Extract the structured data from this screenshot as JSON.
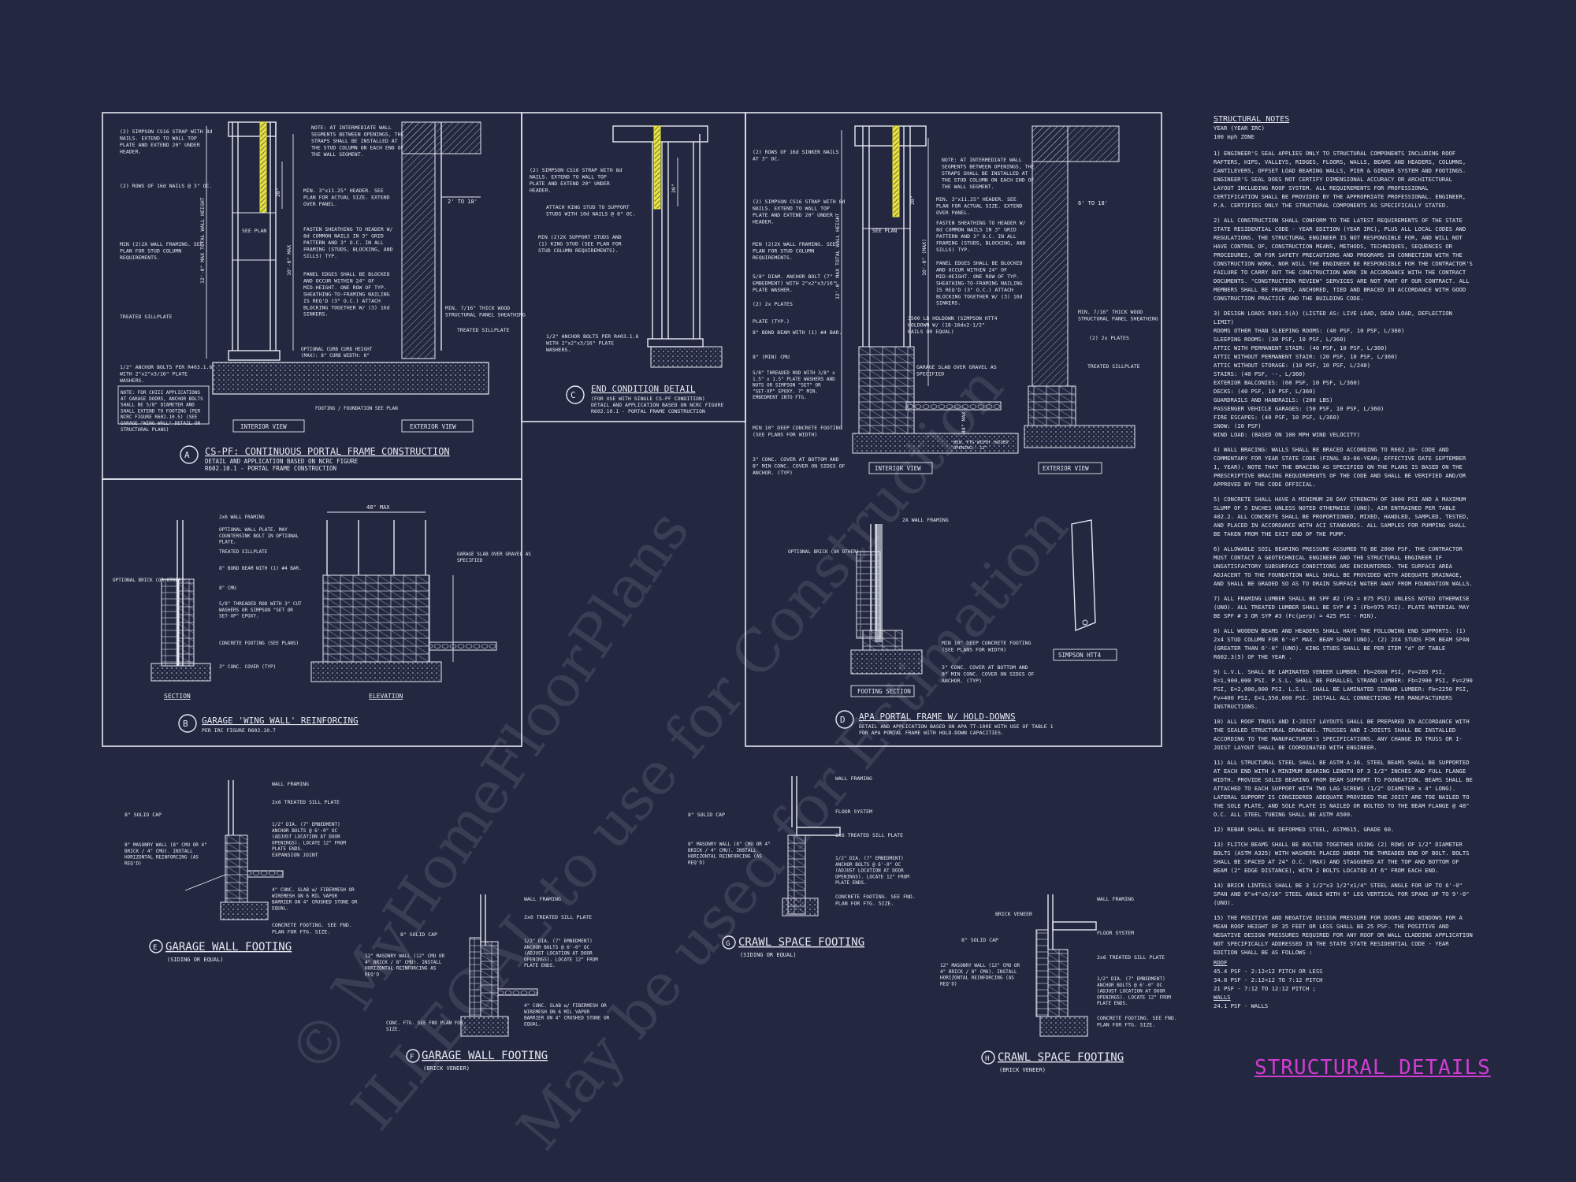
{
  "sheet_title": "STRUCTURAL DETAILS",
  "watermark": {
    "line1": "© MyHomeFloorPlans",
    "line2": "ILLEGAL to use for Construction",
    "line3": "May be used for Estimation"
  },
  "details": {
    "a": {
      "letter": "A",
      "title": "CS-PF: CONTINUOUS PORTAL FRAME CONSTRUCTION",
      "sub1": "DETAIL AND APPLICATION BASED ON NCRC FIGURE",
      "sub2": "R602.10.1 - PORTAL FRAME CONSTRUCTION",
      "interior": "INTERIOR VIEW",
      "exterior": "EXTERIOR VIEW",
      "n1": "(2) SIMPSON CS16 STRAP WITH 8d NAILS. EXTEND TO WALL TOP PLATE AND EXTEND 20\" UNDER HEADER.",
      "n2": "(2) ROWS OF 16d NAILS @ 3\" OC.",
      "n3": "MIN (2)2X WALL FRAMING. SEE PLAN FOR STUD COLUMN REQUIREMENTS.",
      "n4": "TREATED SILLPLATE",
      "n5": "1/2\" ANCHOR BOLTS PER R403.1.6 WITH 2\"x2\"x3/16\" PLATE WASHERS.",
      "n6": "NOTE: FOR CHIII APPLICATIONS AT GARAGE DOORS, ANCHOR BOLTS SHALL BE 5/8\" DIAMETER AND SHALL EXTEND TO FOOTING (PER NCRC FIGURE R602.10.5) (SEE GARAGE \"WING WALL\" DETAIL ON STRUCTURAL PLANS)",
      "n7": "NOTE: AT INTERMEDIATE WALL SEGMENTS BETWEEN OPENINGS, THE STRAPS SHALL BE INSTALLED AT THE STUD COLUMN ON EACH END OF THE WALL SEGMENT.",
      "n8": "MIN. 3\"x11.25\" HEADER. SEE PLAN FOR ACTUAL SIZE. EXTEND OVER PANEL.",
      "n9": "FASTEN SHEATHING TO HEADER W/ 8d COMMON NAILS IN 3\" GRID PATTERN AND 3\" O.C. IN ALL FRAMING (STUDS, BLOCKING, AND SILLS) TYP.",
      "n10": "PANEL EDGES SHALL BE BLOCKED AND OCCUR WITHIN 24\" OF MID-HEIGHT. ONE ROW OF TYP. SHEATHING-TO-FRAMING NAILING IS REQ'D (3\" O.C.) ATTACH BLOCKING TOGETHER W/ (3) 16d SINKERS.",
      "n11": "MIN. 7/16\" THICK WOOD STRUCTURAL PANEL SHEATHING",
      "n12": "TREATED SILLPLATE",
      "n13": "OPTIONAL CURB CURB HEIGHT (MAX): 8\" CURB WIDTH: 8\"",
      "n14": "FOOTING / FOUNDATION SEE PLAN",
      "d1": "12'-0\" MAX TOTAL WALL HEIGHT",
      "d2": "10'-0\" MAX",
      "d3": "20\"",
      "d4": "2' TO 18'",
      "see": "SEE PLAN"
    },
    "b": {
      "letter": "B",
      "title": "GARAGE 'WING WALL' REINFORCING",
      "sub1": "PER IRC FIGURE R602.10.7",
      "section": "SECTION",
      "elevation": "ELEVATION",
      "max48": "48\" MAX",
      "n1": "2x6 WALL FRAMING",
      "n2": "OPTIONAL WALL PLATE. MAY COUNTERSINK BOLT IN OPTIONAL PLATE.",
      "n3": "TREATED SILLPLATE",
      "n4": "8\" BOND BEAM WITH (1) #4 BAR.",
      "n5": "8\" CMU",
      "n6": "5/8\" THREADED ROD WITH 3\" CUT WASHERS OR SIMPSON \"SET OR SET-XP\" EPOXY.",
      "n7": "CONCRETE FOOTING (SEE PLANS)",
      "n8": "3\" CONC. COVER (TYP)",
      "n9": "OPTIONAL BRICK (OR OTHER)",
      "n10": "GARAGE SLAB OVER GRAVEL AS SPECIFIED"
    },
    "c": {
      "letter": "C",
      "title": "END CONDITION DETAIL",
      "sub1": "(FOR USE WITH SINGLE CS-PF CONDITION)",
      "sub2": "DETAIL AND APPLICATION BASED ON NCRC FIGURE",
      "sub3": "R602.10.1 - PORTAL FRAME CONSTRUCTION",
      "n1": "(2) SIMPSON CS16 STRAP WITH 8d NAILS. EXTEND TO WALL TOP PLATE AND EXTEND 20\" UNDER HEADER.",
      "n2": "ATTACH KING STUD TO SUPPORT STUDS WITH 10d NAILS @ 8\" OC.",
      "n3": "MIN (2)2X SUPPORT STUDS AND (1) KING STUD (SEE PLAN FOR STUD COLUMN REQUIREMENTS).",
      "n4": "1/2\" ANCHOR BOLTS PER R403.1.6 WITH 2\"x2\"x3/16\" PLATE WASHERS.",
      "d1": "20\""
    },
    "d": {
      "letter": "D",
      "title": "APA PORTAL FRAME W/ HOLD-DOWNS",
      "sub1": "DETAIL AND APPLICATION BASED ON APA TT-100E WITH USE OF TABLE 1",
      "sub2": "FOR APA PORTAL FRAME WITH HOLD-DOWN CAPACITIES.",
      "interior": "INTERIOR VIEW",
      "exterior": "EXTERIOR VIEW",
      "footing": "FOOTING SECTION",
      "htt": "SIMPSON HTT4",
      "n1": "(2) ROWS OF 16d SINKER NAILS AT 3\" OC.",
      "n2": "(2) SIMPSON CS16 STRAP WITH 8d NAILS. EXTEND TO WALL TOP PLATE AND EXTEND 20\" UNDER HEADER.",
      "n3": "MIN (2)2X WALL FRAMING. SEE PLAN FOR STUD COLUMN REQUIREMENTS.",
      "n4": "5/8\" DIAM. ANCHOR BOLT (7\" EMBEDMENT) WITH 2\"x2\"x3/16\" PLATE WASHER.",
      "n5": "(2) 2x PLATES",
      "n6": "PLATE (TYP.)",
      "n7": "8\" BOND BEAM WITH (1) #4 BAR.",
      "n8": "8\" (MIN) CMU",
      "n9": "5/8\" THREADED ROD WITH 3/8\" x 1.5\" x 1.5\" PLATE WASHERS AND NUTS OR SIMPSON \"SET\" OR \"SET-XP\" EPOXY. 7\" MIN. EMBEDMENT INTO FTG.",
      "n10": "MIN 10\" DEEP CONCRETE FOOTING (SEE PLANS FOR WIDTH)",
      "n11": "3\" CONC. COVER AT BOTTOM AND 8\" MIN CONC. COVER ON SIDES OF ANCHOR. (TYP)",
      "n12": "NOTE: AT INTERMEDIATE WALL SEGMENTS BETWEEN OPENINGS, THE STRAPS SHALL BE INSTALLED AT THE STUD COLUMN ON EACH END OF THE WALL SEGMENT.",
      "n13": "MIN. 3\"x11.25\" HEADER. SEE PLAN FOR ACTUAL SIZE. EXTEND OVER PANEL.",
      "n14": "FASTEN SHEATHING TO HEADER W/ 8d COMMON NAILS IN 3\" GRID PATTERN AND 3\" O.C. IN ALL FRAMING (STUDS, BLOCKING, AND SILLS) TYP.",
      "n15": "PANEL EDGES SHALL BE BLOCKED AND OCCUR WITHIN 24\" OF MID-HEIGHT. ONE ROW OF TYP. SHEATHING-TO-FRAMING NAILING IS REQ'D (3\" O.C.) ATTACH BLOCKING TOGETHER W/ (3) 16d SINKERS.",
      "n16": "3500 LB HOLDOWN (SIMPSON HTT4 HOLDOWN W/ (18-16dx2-1/2\" NAILS OR EQUAL)",
      "n17": "GARAGE SLAB OVER GRAVEL AS SPECIFIED",
      "n18": "MIN. 7/16\" THICK WOOD STRUCTURAL PANEL SHEATHING",
      "n19": "(2) 2x PLATES",
      "n20": "TREATED SILLPLATE",
      "n21": "2X WALL FRAMING",
      "n22": "OPTIONAL BRICK (OR OTHER)",
      "n23": "MIN 10\" DEEP CONCRETE FOOTING (SEE PLANS FOR WIDTH)",
      "n24": "3\" CONC. COVER AT BOTTOM AND 8\" MIN CONC. COVER ON SIDES OF ANCHOR. (TYP)",
      "n25": "MIN. FTG WIDTH (WIDER OPENING): 12\"",
      "d1": "12'-0\" MAX TOTAL WALL HEIGHT",
      "d2": "10'-0\" (MAX)",
      "d3": "20\"",
      "d4": "6' TO 18'",
      "d5": "48\" MAX",
      "see": "SEE PLAN"
    },
    "e": {
      "letter": "E",
      "title": "GARAGE WALL FOOTING",
      "sub1": "(SIDING OR EQUAL)",
      "n1": "WALL FRAMING",
      "n2": "2x6 TREATED SILL PLATE",
      "n3": "1/2\" DIA. (7\" EMBEDMENT) ANCHOR BOLTS @ 6'-0\" OC (ADJUST LOCATION AT DOOR OPENINGS). LOCATE 12\" FROM PLATE ENDS.",
      "n4": "EXPANSION JOINT",
      "n5": "4\" CONC. SLAB w/ FIBERMESH OR WIREMESH ON 6 MIL VAPOR BARRIER ON 4\" CRUSHED STONE OR EQUAL.",
      "n6": "CONCRETE FOOTING. SEE FND. PLAN FOR FTG. SIZE.",
      "n7": "8\" SOLID CAP",
      "n8": "8\" MASONRY WALL (8\" CMU OR 4\" BRICK / 4\" CMU). INSTALL HORIZONTAL REINFORCING (AS REQ'D)"
    },
    "f": {
      "letter": "F",
      "title": "GARAGE WALL FOOTING",
      "sub1": "(BRICK VENEER)",
      "n1": "WALL FRAMING",
      "n2": "2x6 TREATED SILL PLATE",
      "n3": "1/2\" DIA. (7\" EMBEDMENT) ANCHOR BOLTS @ 6'-0\" OC (ADJUST LOCATION AT DOOR OPENINGS). LOCATE 12\" FROM PLATE ENDS.",
      "n4": "4\" CONC. SLAB w/ FIBERMESH OR WIREMESH ON 6 MIL VAPOR BARRIER ON 4\" CRUSHED STONE OR EQUAL.",
      "n5": "8\" SOLID CAP",
      "n6": "12\" MASONRY WALL (12\" CMU OR 4\" BRICK / 8\" CMU). INSTALL HORIZONTAL REINFORCING AS REQ'D",
      "n7": "CONC. FTG. SEE FND PLAN FOR SIZE."
    },
    "g": {
      "letter": "G",
      "title": "CRAWL SPACE FOOTING",
      "sub1": "(SIDING OR EQUAL)",
      "n1": "WALL FRAMING",
      "n2": "FLOOR SYSTEM",
      "n3": "2x6 TREATED SILL PLATE",
      "n4": "1/2\" DIA. (7\" EMBEDMENT) ANCHOR BOLTS @ 6'-0\" OC (ADJUST LOCATION AT DOOR OPENINGS). LOCATE 12\" FROM PLATE ENDS.",
      "n5": "CONCRETE FOOTING. SEE FND. PLAN FOR FTG. SIZE.",
      "n6": "8\" SOLID CAP",
      "n7": "8\" MASONRY WALL (8\" CMU OR 4\" BRICK / 4\" CMU). INSTALL HORIZONTAL REINFORCING (AS REQ'D)"
    },
    "h": {
      "letter": "H",
      "title": "CRAWL SPACE FOOTING",
      "sub1": "(BRICK VENEER)",
      "n1": "BRICK VENEER",
      "n2": "WALL FRAMING",
      "n3": "FLOOR SYSTEM",
      "n4": "2x6 TREATED SILL PLATE",
      "n5": "1/2\" DIA. (7\" EMBEDMENT) ANCHOR BOLTS @ 6'-0\" OC (ADJUST LOCATION AT DOOR OPENINGS). LOCATE 12\" FROM PLATE ENDS.",
      "n6": "CONCRETE FOOTING. SEE FND. PLAN FOR FTG. SIZE.",
      "n7": "8\" SOLID CAP",
      "n8": "12\" MASONRY WALL (12\" CMU OR 4\" BRICK / 8\" CMU). INSTALL HORIZONTAL REINFORCING (AS REQ'D)"
    }
  },
  "notes": {
    "heading": "STRUCTURAL NOTES",
    "sub1": "YEAR (YEAR IRC)",
    "sub2": "100 mph ZONE",
    "items": [
      "1) ENGINEER'S SEAL APPLIES ONLY TO STRUCTURAL COMPONENTS INCLUDING ROOF RAFTERS, HIPS, VALLEYS, RIDGES, FLOORS, WALLS, BEAMS AND HEADERS, COLUMNS, CANTILEVERS, OFFSET LOAD BEARING WALLS, PIER & GIRDER SYSTEM AND FOOTINGS. ENGINEER'S SEAL DOES NOT CERTIFY DIMENSIONAL ACCURACY OR ARCHITECTURAL LAYOUT INCLUDING ROOF SYSTEM. ALL REQUIREMENTS FOR PROFESSIONAL CERTIFICATION SHALL BE PROVIDED BY THE APPROPRIATE PROFESSIONAL. ENGINEER, P.A. CERTIFIES ONLY THE STRUCTURAL COMPONENTS AS SPECIFICALLY STATED.",
      "2) ALL CONSTRUCTION SHALL CONFORM TO THE LATEST REQUIREMENTS OF THE STATE STATE RESIDENTIAL CODE - YEAR EDITION (YEAR IRC), PLUS ALL LOCAL CODES AND REGULATIONS. THE STRUCTURAL ENGINEER IS NOT RESPONSIBLE FOR, AND WILL NOT HAVE CONTROL OF, CONSTRUCTION MEANS, METHODS, TECHNIQUES, SEQUENCES OR PROCEDURES, OR FOR SAFETY PRECAUTIONS AND PROGRAMS IN CONNECTION WITH THE CONSTRUCTION WORK, NOR WILL THE ENGINEER BE RESPONSIBLE FOR THE CONTRACTOR'S FAILURE TO CARRY OUT THE CONSTRUCTION WORK IN ACCORDANCE WITH THE CONTRACT DOCUMENTS. \"CONSTRUCTION REVIEW\" SERVICES ARE NOT PART OF OUR CONTRACT. ALL MEMBERS SHALL BE FRAMED, ANCHORED, TIED AND BRACED IN ACCORDANCE WITH GOOD CONSTRUCTION PRACTICE AND THE BUILDING CODE.",
      "3) DESIGN LOADS R301.5(A) (LISTED AS: LIVE LOAD, DEAD LOAD, DEFLECTION LIMIT)\nROOMS OTHER THAN SLEEPING ROOMS: (40 PSF, 10 PSF, L/360)\nSLEEPING ROOMS: (30 PSF, 10 PSF, L/360)\nATTIC WITH PERMANENT STAIR: (40 PSF, 10 PSF, L/360)\nATTIC WITHOUT PERMANENT STAIR: (20 PSF, 10 PSF, L/360)\nATTIC WITHOUT STORAGE: (10 PSF, 10 PSF, L/240)\nSTAIRS: (40 PSF, --, L/360)\nEXTERIOR BALCONIES: (60 PSF, 10 PSF, L/360)\nDECKS: (40 PSF, 10 PSF, L/360)\nGUARDRAILS AND HANDRAILS: (200 LBS)\nPASSENGER VEHICLE GARAGES: (50 PSF, 10 PSF, L/360)\nFIRE ESCAPES: (40 PSF, 10 PSF, L/360)\nSNOW: (20 PSF)\nWIND LOAD: (BASED ON 100 MPH WIND VELOCITY)",
      "4) WALL BRACING: WALLS SHALL BE BRACED ACCORDING TO R602.10- CODE AND COMMENTARY FOR YEAR STATE CODE (FINAL 03-06-YEAR; EFFECTIVE DATE SEPTEMBER 1, YEAR). NOTE THAT THE BRACING AS SPECIFIED ON THE PLANS IS BASED ON THE PRESCRIPTIVE BRACING REQUIREMENTS OF THE CODE AND SHALL BE VERIFIED AND/OR APPROVED BY THE CODE OFFICIAL.",
      "5) CONCRETE SHALL HAVE A MINIMUM 28 DAY STRENGTH OF 3000 PSI AND A MAXIMUM SLUMP OF 5 INCHES UNLESS NOTED OTHERWISE (UNO). AIR ENTRAINED PER TABLE 402.2. ALL CONCRETE SHALL BE PROPORTIONED, MIXED, HANDLED, SAMPLED, TESTED, AND PLACED IN ACCORDANCE WITH ACI STANDARDS. ALL SAMPLES FOR PUMPING SHALL BE TAKEN FROM THE EXIT END OF THE PUMP.",
      "6) ALLOWABLE SOIL BEARING PRESSURE ASSUMED TO BE 2000 PSF. THE CONTRACTOR MUST CONTACT A GEOTECHNICAL ENGINEER AND THE STRUCTURAL ENGINEER IF UNSATISFACTORY SUBSURFACE CONDITIONS ARE ENCOUNTERED. THE SURFACE AREA ADJACENT TO THE FOUNDATION WALL SHALL BE PROVIDED WITH ADEQUATE DRAINAGE, AND SHALL BE GRADED SO AS TO DRAIN SURFACE WATER AWAY FROM FOUNDATION WALLS.",
      "7) ALL FRAMING LUMBER SHALL BE SPF #2 (Fb = 875 PSI) UNLESS NOTED OTHERWISE (UNO). ALL TREATED LUMBER SHALL BE SYP # 2 (Fb=975 PSI). PLATE MATERIAL MAY BE SPF # 3 OR SYP #3 (Fc(perp) = 425 PSI - MIN).",
      "8) ALL WOODEN BEAMS AND HEADERS SHALL HAVE THE FOLLOWING END SUPPORTS: (1) 2x4 STUD COLUMN FOR 6'-0\" MAX. BEAM SPAN (UNO), (2) 2X4 STUDS FOR BEAM SPAN (GREATER THAN 6'-0\" (UNO). KING STUDS SHALL BE PER ITEM \"d\" OF TABLE R602.3(5) OF THE YEAR .",
      "9) L.V.L. SHALL BE LAMINATED VENEER LUMBER: Fb=2600 PSI, Fv=285 PSI, E=1,900,000 PSI. P.S.L. SHALL BE PARALLEL STRAND LUMBER: Fb=2900 PSI, Fv=290 PSI, E=2,000,000 PSI. L.S.L. SHALL BE LAMINATED STRAND LUMBER: Fb=2250 PSI, Fv=400 PSI, E=1,550,000 PSI. INSTALL ALL CONNECTIONS PER MANUFACTURERS INSTRUCTIONS.",
      "10) ALL ROOF TRUSS AND I-JOIST LAYOUTS SHALL BE PREPARED IN ACCORDANCE WITH THE SEALED STRUCTURAL DRAWINGS. TRUSSES AND I-JOISTS SHALL BE INSTALLED ACCORDING TO THE MANUFACTURER'S SPECIFICATIONS. ANY CHANGE IN TRUSS OR I-JOIST LAYOUT SHALL BE COORDINATED WITH ENGINEER.",
      "11) ALL STRUCTURAL STEEL SHALL BE ASTM A-36. STEEL BEAMS SHALL BE SUPPORTED AT EACH END WITH A MINIMUM BEARING LENGTH OF 3 1/2\" INCHES AND FULL FLANGE WIDTH. PROVIDE SOLID BEARING FROM BEAM SUPPORT TO FOUNDATION. BEAMS SHALL BE ATTACHED TO EACH SUPPORT WITH TWO LAG SCREWS (1/2\" DIAMETER x 4\" LONG). LATERAL SUPPORT IS CONSIDERED ADEQUATE PROVIDED THE JOIST ARE TOE NAILED TO THE SOLE PLATE, AND SOLE PLATE IS NAILED OR BOLTED TO THE BEAM FLANGE @ 48\" O.C. ALL STEEL TUBING SHALL BE ASTM A500.",
      "12) REBAR SHALL BE DEFORMED STEEL, ASTM615, GRADE 60.",
      "13) FLITCH BEAMS SHALL BE BOLTED TOGETHER USING (2) ROWS OF 1/2\" DIAMETER BOLTS (ASTM A325) WITH WASHERS PLACED UNDER THE THREADED END OF BOLT. BOLTS SHALL BE SPACED AT 24\" O.C. (MAX) AND STAGGERED AT THE TOP AND BOTTOM OF BEAM (2\" EDGE DISTANCE), WITH 2 BOLTS LOCATED AT 6\" FROM EACH END.",
      "14) BRICK LINTELS SHALL BE 3 1/2\"x3 1/2\"x1/4\" STEEL ANGLE FOR UP TO 6'-0\" SPAN AND 6\"x4\"x5/16\" STEEL ANGLE WITH 6\" LEG VERTICAL FOR SPANS UP TO 9'-0\" (UNO).",
      "15) THE POSITIVE AND NEGATIVE DESIGN PRESSURE FOR DOORS AND WINDOWS FOR A MEAN ROOF HEIGHT OF 35 FEET OR LESS SHALL BE 25 PSF. THE POSITIVE AND NEGATIVE DESIGN PRESSURES REQUIRED FOR ANY ROOF OR WALL CLADDING APPLICATION NOT SPECIFICALLY ADDRESSED IN THE STATE STATE RESIDENTIAL CODE - YEAR EDITION SHALL BE AS FOLLOWS :"
    ],
    "pressures": [
      "ROOF",
      "45.4 PSF - 2:12<12 PITCH OR LESS",
      "34.8 PSF - 2:12<12 TO 7:12 PITCH",
      "21 PSF - 7:12 TO 12:12 PITCH ;",
      "WALLS",
      "24.1 PSF - WALLS"
    ]
  }
}
